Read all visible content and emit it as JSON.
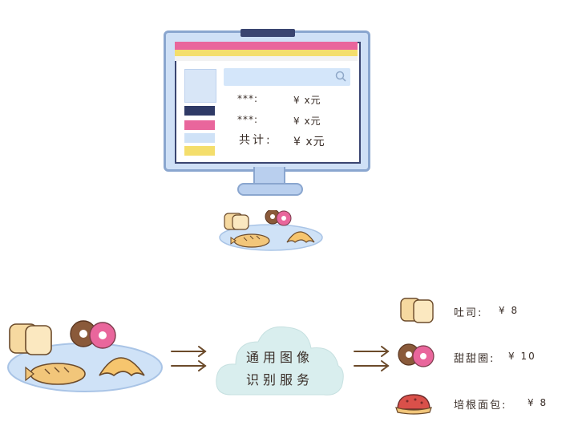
{
  "monitor": {
    "screen": {
      "rows": [
        {
          "name": "***:",
          "price": "¥ x元"
        },
        {
          "name": "***:",
          "price": "¥ x元"
        }
      ],
      "total_label": "共计:",
      "total_price": "¥ x元"
    }
  },
  "service": {
    "line1": "通用图像",
    "line2": "识别服务"
  },
  "results": [
    {
      "name": "吐司:",
      "price": "¥ 8"
    },
    {
      "name": "甜甜圈:",
      "price": "¥ 10"
    },
    {
      "name": "培根面包:",
      "price": "¥ 8"
    }
  ],
  "colors": {
    "pink": "#e9669c",
    "yellow": "#f4de6c",
    "navy": "#2f3a66",
    "light_blue": "#cfe2f7",
    "plate_blue": "#cfe2f7",
    "cloud": "#d9eeee"
  }
}
